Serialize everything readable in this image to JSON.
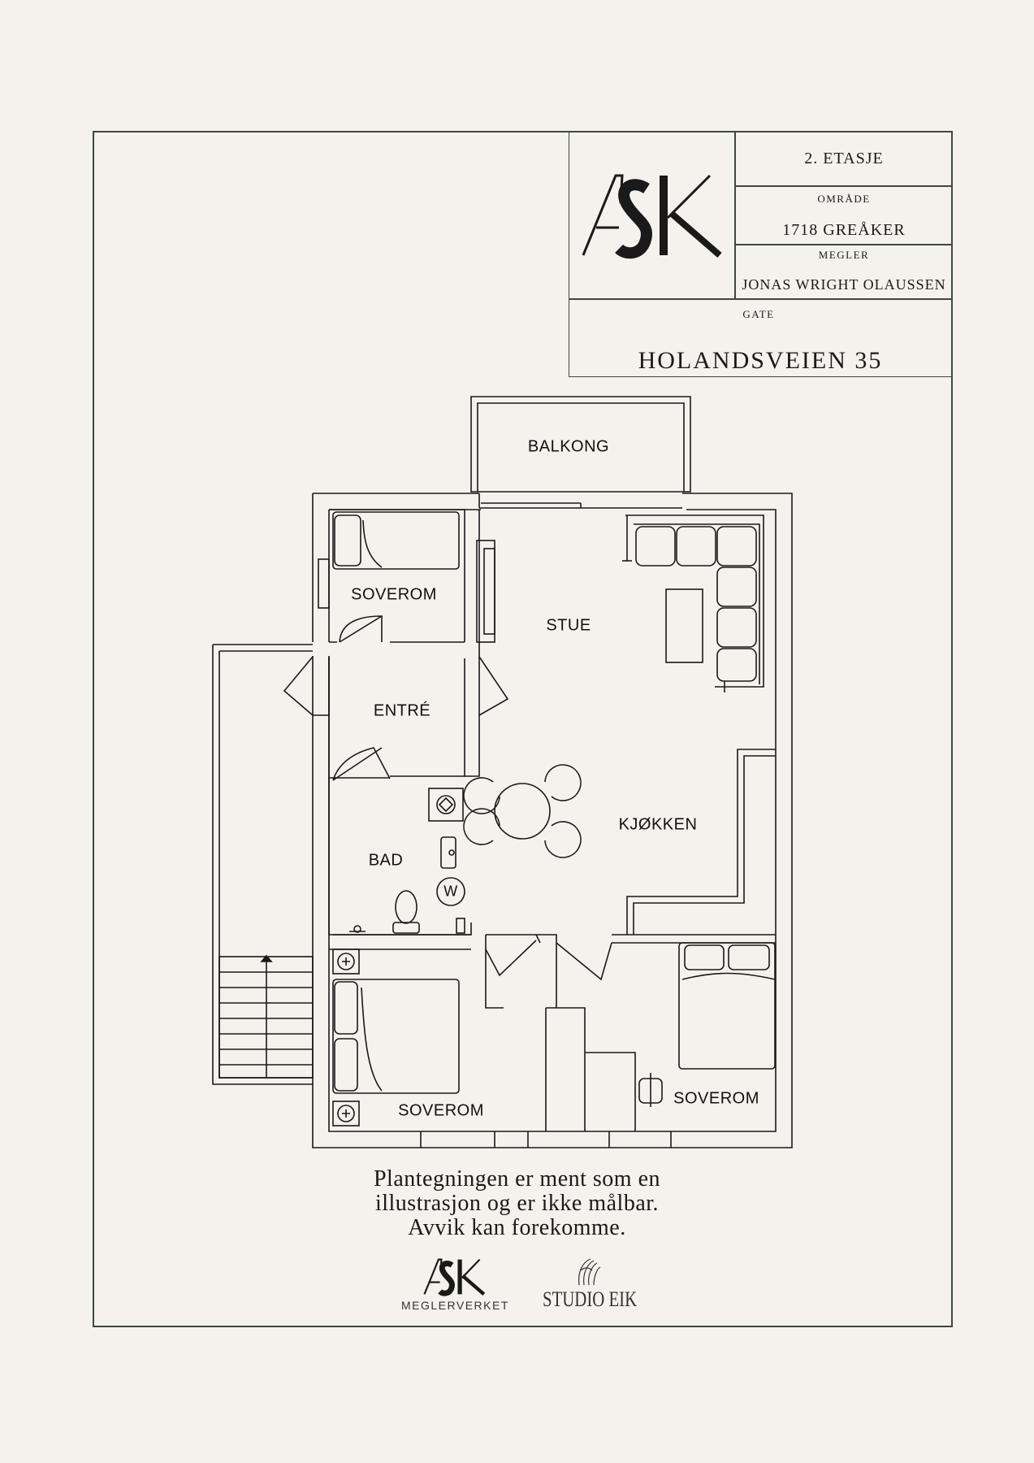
{
  "title_block": {
    "floor": "2. ETASJE",
    "area_label": "OMRÅDE",
    "area_value": "1718 GREÅKER",
    "agent_label": "MEGLER",
    "agent_value": "JONAS WRIGHT OLAUSSEN",
    "street_label": "GATE",
    "street_value": "HOLANDSVEIEN 35",
    "logo_text": "ASK"
  },
  "rooms": {
    "balcony": "BALKONG",
    "bedroom_top": "SOVEROM",
    "living": "STUE",
    "entry": "ENTRÉ",
    "kitchen": "KJØKKEN",
    "bath": "BAD",
    "washer_mark": "W",
    "bedroom_bottom_left": "SOVEROM",
    "bedroom_bottom_right": "SOVEROM"
  },
  "disclaimer": {
    "line1": "Plantegningen er ment som en",
    "line2": "illustrasjon og er ikke målbar.",
    "line3": "Avvik kan forekomme."
  },
  "footer": {
    "ask_logo": "ASK",
    "ask_sub": "MEGLERVERKET",
    "studio": "STUDIO EIK"
  },
  "icons": [
    "ask-logo-icon",
    "studio-eik-logo-icon",
    "washer-icon",
    "toilet-icon",
    "sink-icon",
    "stove-icon",
    "stairs-arrow-icon"
  ],
  "colors": {
    "background": "#f5f1ed",
    "frame": "#3a4a3c",
    "ink": "#1a1a1a"
  }
}
